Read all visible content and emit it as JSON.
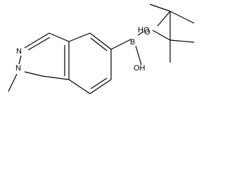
{
  "molecule": {
    "atom_labels": {
      "n1": "N",
      "n2": "N",
      "boron": "B",
      "ester_oxygen": "O",
      "boron_hydroxyl": "OH",
      "hydroxyl": "HO"
    }
  },
  "colors": {
    "bond": "#000000",
    "label": "#000000",
    "background": "#ffffff"
  }
}
